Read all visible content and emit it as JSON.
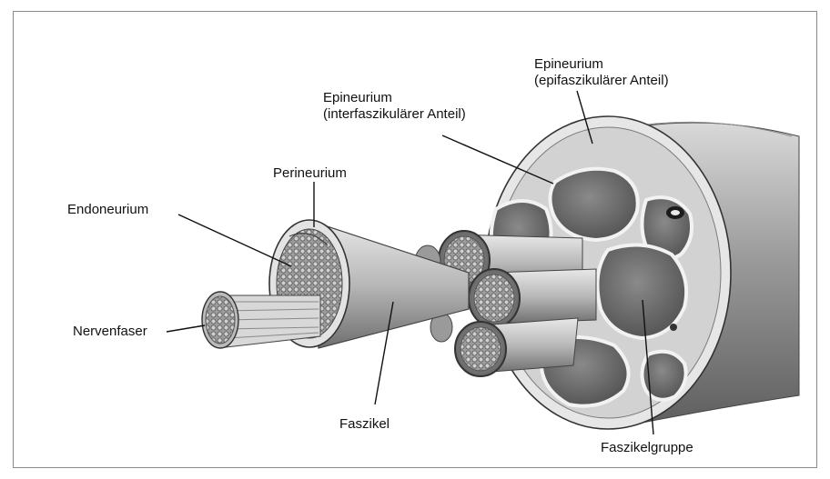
{
  "labels": {
    "epineurium_epi": {
      "line1": "Epineurium",
      "line2": "(epifaszikulärer Anteil)"
    },
    "epineurium_inter": {
      "line1": "Epineurium",
      "line2": "(interfaszikulärer Anteil)"
    },
    "perineurium": "Perineurium",
    "endoneurium": "Endoneurium",
    "nervenfaser": "Nervenfaser",
    "faszikel": "Faszikel",
    "faszikelgruppe": "Faszikelgruppe"
  }
}
